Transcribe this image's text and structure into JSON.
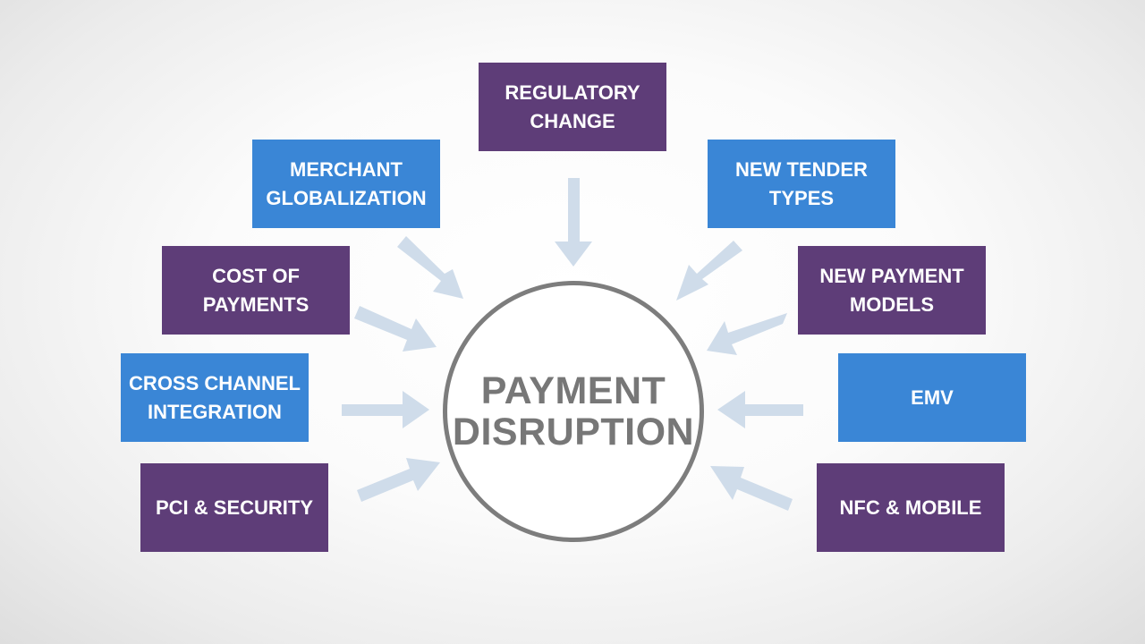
{
  "center": {
    "title": "PAYMENT\nDISRUPTION"
  },
  "factors": {
    "regulatory_change": "REGULATORY\nCHANGE",
    "merchant_globalization": "MERCHANT\nGLOBALIZATION",
    "new_tender_types": "NEW TENDER\nTYPES",
    "cost_of_payments": "COST OF\nPAYMENTS",
    "new_payment_models": "NEW PAYMENT\nMODELS",
    "cross_channel_integration": "CROSS CHANNEL\nINTEGRATION",
    "emv": "EMV",
    "pci_security": "PCI & SECURITY",
    "nfc_mobile": "NFC & MOBILE"
  },
  "colors": {
    "purple_box": "#5e3d78",
    "blue_box": "#3a86d6",
    "arrow": "#cfdcea",
    "circle_border": "#7d7d7d",
    "center_text": "#777777"
  }
}
